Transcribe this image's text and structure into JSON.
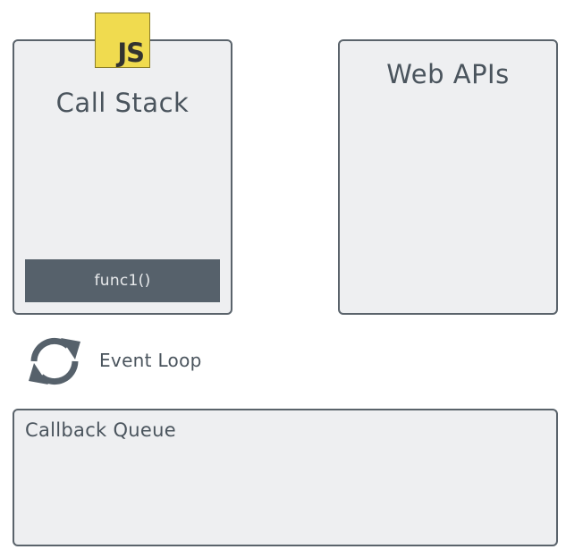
{
  "call_stack": {
    "title": "Call Stack",
    "frames": [
      "func1()"
    ],
    "badge": "JS"
  },
  "web_apis": {
    "title": "Web APIs"
  },
  "event_loop": {
    "label": "Event Loop",
    "icon": "refresh-icon"
  },
  "callback_queue": {
    "title": "Callback Queue"
  },
  "colors": {
    "panel_bg": "#eeeff1",
    "panel_border": "#5a636b",
    "text": "#4a545d",
    "frame_bg": "#56616b",
    "js_yellow": "#f0db4f"
  }
}
